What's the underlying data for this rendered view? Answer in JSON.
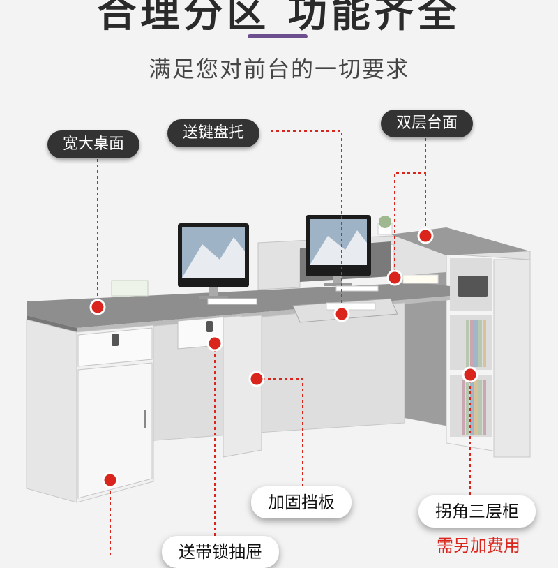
{
  "header": {
    "headline": "合理分区 功能齐全",
    "subtitle": "满足您对前台的一切要求"
  },
  "callouts": {
    "wide_desktop": "宽大桌面",
    "keyboard_tray": "送键盘托",
    "double_top": "双层台面",
    "reinforced_panel": "加固挡板",
    "corner_cabinet": "拐角三层柜",
    "extra_fee": "需另加费用",
    "lock_drawer": "送带锁抽屉"
  },
  "colors": {
    "accent_purple": "#6d4f8f",
    "dot_red": "#d9251c",
    "desk_gray": "#8e8e8e",
    "panel_white": "#ececec"
  }
}
